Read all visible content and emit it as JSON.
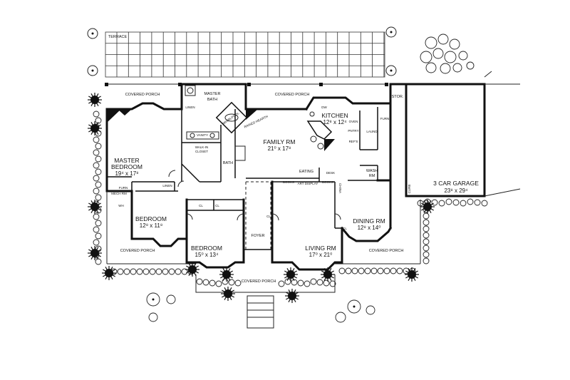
{
  "rooms": {
    "terrace": "TERRACE",
    "covered_porch_top_left": "COVERED PORCH",
    "covered_porch_top_right": "COVERED PORCH",
    "master_bath": [
      "MASTER",
      "BATH"
    ],
    "master_bedroom": [
      "MASTER",
      "BEDROOM"
    ],
    "master_bedroom_dim": "19⁴ x 17⁸",
    "family_rm": "FAMILY RM",
    "family_rm_dim": "21⁰ x 17⁸",
    "kitchen": "KITCHEN",
    "kitchen_dim": "12⁸ x 12⁴",
    "eating": "EATING",
    "wash_rm": [
      "WASH",
      "RM"
    ],
    "bath": "BATH",
    "bedroom_1": "BEDROOM",
    "bedroom_1_dim": "12⁸ x 11⁸",
    "bedroom_2": "BEDROOM",
    "bedroom_2_dim": "15⁰ x 13⁴",
    "foyer": "FOYER",
    "living_rm": "LIVING RM",
    "living_rm_dim": "17⁰ x 21⁰",
    "dining_rm": "DINING RM",
    "dining_rm_dim": "12⁸ x 14⁰",
    "garage": "3 CAR GARAGE",
    "garage_dim": "23⁸ x 29⁴",
    "covered_porch_bottom_left": "COVERED PORCH",
    "covered_porch_bottom_right": "COVERED PORCH",
    "covered_porch_front": "COVERED PORCH",
    "stor": "STOR."
  },
  "fixtures": {
    "linen_1": "LINEN",
    "linen_2": "LINEN",
    "vanity": "VANITY",
    "walk_in_closet": [
      "WALK-IN",
      "CLOSET"
    ],
    "whirlpool": "WHIRLPOOL",
    "raised_hearth": "RAISED HEARTH",
    "dw": "DW",
    "pantry": "PNTRY",
    "ref": "REF'S",
    "laund": "LAUND",
    "oven": "OVEN",
    "furn_1": "FURN",
    "furn_2": "FURN",
    "mech_rm": "MECH RM",
    "desk": "DESK",
    "books_1": "BOOKS",
    "books_2": "BOOKS",
    "art_display": "ART DISPLAY",
    "china": "CHINA",
    "cl_1": "CL",
    "cl_2": "CL",
    "cl_3": "CL",
    "cl_4": "CL",
    "wh": "WH",
    "curb": "CURB"
  }
}
